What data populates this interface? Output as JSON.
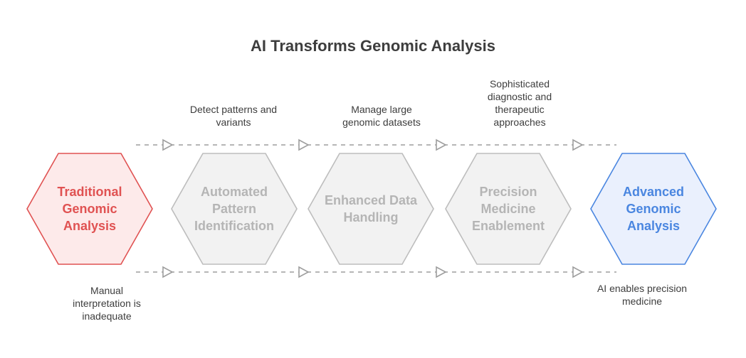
{
  "title": "AI Transforms Genomic Analysis",
  "colors": {
    "traditional": {
      "fill": "#fdeaea",
      "stroke": "#e05252",
      "text": "#e05252"
    },
    "step": {
      "fill": "#f2f2f2",
      "stroke": "#bdbdbd",
      "text": "#b5b5b5"
    },
    "advanced": {
      "fill": "#eaf0fd",
      "stroke": "#4a86e0",
      "text": "#4a86e0"
    },
    "connector": "#9e9e9e",
    "text": "#3d3d3d"
  },
  "nodes": [
    {
      "id": "traditional",
      "lines": [
        "Traditional",
        "Genomic",
        "Analysis"
      ],
      "style": "traditional"
    },
    {
      "id": "automated",
      "lines": [
        "Automated",
        "Pattern",
        "Identification"
      ],
      "style": "step"
    },
    {
      "id": "enhanced",
      "lines": [
        "Enhanced Data",
        "Handling"
      ],
      "style": "step"
    },
    {
      "id": "precision",
      "lines": [
        "Precision",
        "Medicine",
        "Enablement"
      ],
      "style": "step"
    },
    {
      "id": "advanced",
      "lines": [
        "Advanced",
        "Genomic",
        "Analysis"
      ],
      "style": "advanced"
    }
  ],
  "top_notes": {
    "automated": [
      "Detect patterns and",
      "variants"
    ],
    "enhanced": [
      "Manage large",
      "genomic datasets"
    ],
    "precision": [
      "Sophisticated",
      "diagnostic and",
      "therapeutic",
      "approaches"
    ]
  },
  "bottom_notes": {
    "traditional": [
      "Manual",
      "interpretation is",
      "inadequate"
    ],
    "advanced": [
      "AI enables precision",
      "medicine"
    ]
  }
}
